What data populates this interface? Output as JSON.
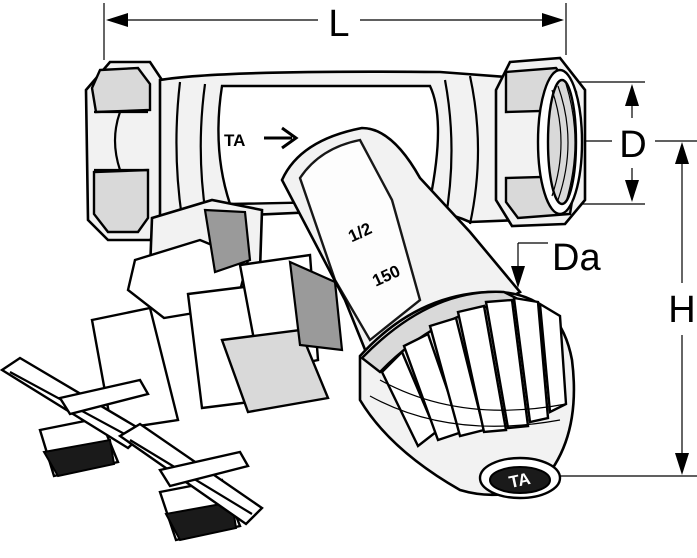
{
  "dimensions": {
    "length_label": "L",
    "diameter_label": "D",
    "handwheel_diameter_label": "Da",
    "height_label": "H"
  },
  "body_markings": {
    "brand": "TA",
    "size": "1/2",
    "rating": "150"
  },
  "colors": {
    "line": "#000000",
    "metal_light": "#f2f2f2",
    "metal_shade": "#d9d9d9",
    "metal_dark": "#9a9a9a",
    "background": "#ffffff"
  },
  "icons": [
    "flow-arrow-icon",
    "dimension-arrow-icon"
  ]
}
